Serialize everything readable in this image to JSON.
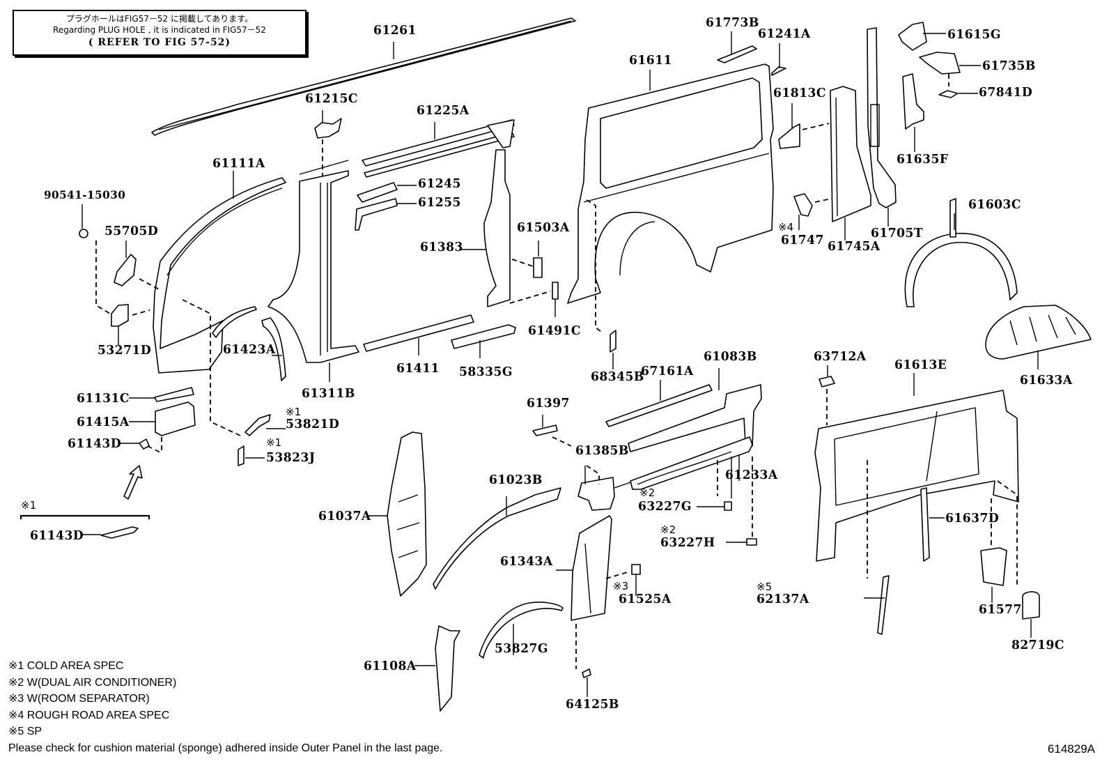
{
  "notice": {
    "line_jp": "プラグホールはFIG57－52 に掲載してあります。",
    "line_en": "Regarding  PLUG HOLE , it is indicated in FIG57－52",
    "line_refer": "( REFER TO FIG 57-52)"
  },
  "parts": {
    "p61261": "61261",
    "p61215C": "61215C",
    "p61225A": "61225A",
    "p61111A": "61111A",
    "p90541_15030": "90541-15030",
    "p55705D": "55705D",
    "p53271D": "53271D",
    "p61245": "61245",
    "p61255": "61255",
    "p61383": "61383",
    "p61503A": "61503A",
    "p61491C": "61491C",
    "p61423A": "61423A",
    "p61311B": "61311B",
    "p61411": "61411",
    "p58335G": "58335G",
    "p68345B": "68345B",
    "p61611": "61611",
    "p61773B": "61773B",
    "p61241A": "61241A",
    "p61813C": "61813C",
    "p61747": "61747",
    "p61745A": "61745A",
    "p61705T": "61705T",
    "p61615G": "61615G",
    "p61735B": "61735B",
    "p67841D": "67841D",
    "p61635F": "61635F",
    "p61603C": "61603C",
    "p61633A": "61633A",
    "p61131C": "61131C",
    "p61415A": "61415A",
    "p61143D_a": "61143D",
    "p61143D_b": "61143D",
    "p53821D": "53821D",
    "p53823J": "53823J",
    "p67161A": "67161A",
    "p61083B": "61083B",
    "p63712A": "63712A",
    "p61613E": "61613E",
    "p61397": "61397",
    "p61385B": "61385B",
    "p61233A": "61233A",
    "p63227G": "63227G",
    "p63227H": "63227H",
    "p61037A": "61037A",
    "p61023B": "61023B",
    "p61343A": "61343A",
    "p61525A": "61525A",
    "p61637D": "61637D",
    "p62137A": "62137A",
    "p61577": "61577",
    "p82719C": "82719C",
    "p53827G": "53827G",
    "p61108A": "61108A",
    "p64125B": "64125B"
  },
  "marks": {
    "m1_53821D": "※1",
    "m1_53823J": "※1",
    "m1_bracket": "※1",
    "m4_61747": "※4",
    "m2_63227G": "※2",
    "m2_63227H": "※2",
    "m3_61525A": "※3",
    "m5_62137A": "※5"
  },
  "legend": [
    "※1 COLD AREA SPEC",
    "※2 W(DUAL AIR CONDITIONER)",
    "※3 W(ROOM SEPARATOR)",
    "※4 ROUGH ROAD AREA SPEC",
    "※5 SP",
    "Please check for cushion material (sponge) adhered inside Outer Panel in the last page."
  ],
  "figure_id": "614829A"
}
